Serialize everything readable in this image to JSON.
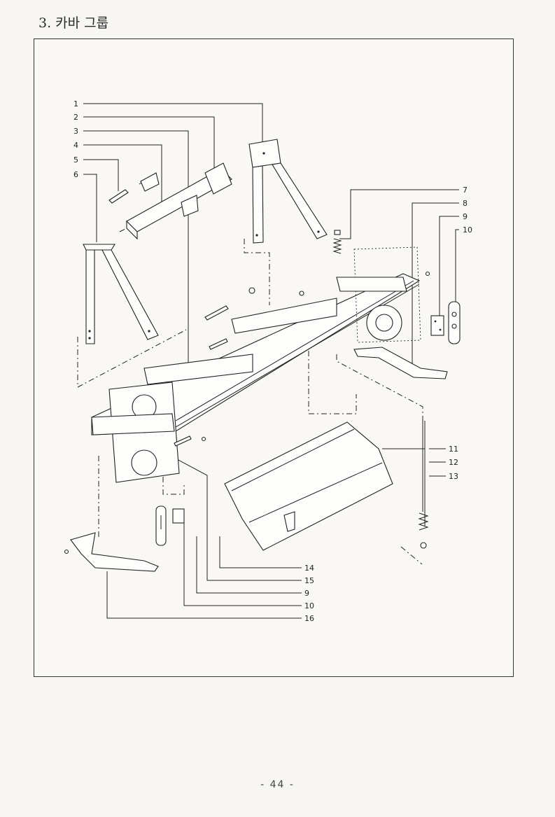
{
  "page": {
    "title": "3. 카바 그룹",
    "page_number": "- 44 -"
  },
  "diagram": {
    "callouts": [
      "1",
      "2",
      "3",
      "4",
      "5",
      "6",
      "7",
      "8",
      "9",
      "10",
      "11",
      "12",
      "13",
      "14",
      "15",
      "9",
      "10",
      "16"
    ]
  }
}
